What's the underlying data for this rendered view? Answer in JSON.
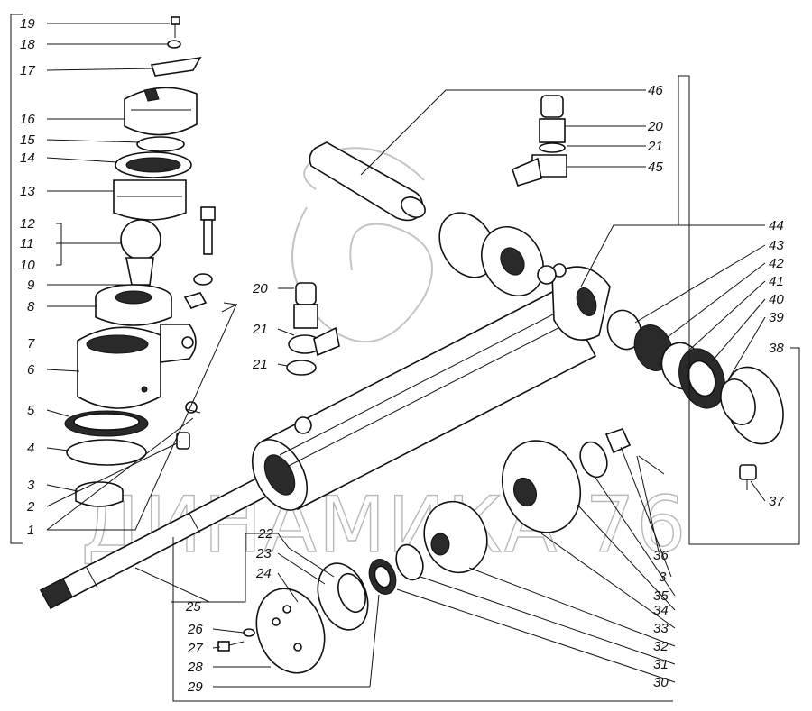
{
  "watermark": "ДИНАМИКА 76",
  "callouts": {
    "c1": "1",
    "c2": "2",
    "c3": "3",
    "c3b": "3",
    "c4": "4",
    "c5": "5",
    "c6": "6",
    "c7": "7",
    "c8": "8",
    "c9": "9",
    "c10": "10",
    "c11": "11",
    "c12": "12",
    "c13": "13",
    "c14": "14",
    "c15": "15",
    "c16": "16",
    "c17": "17",
    "c18": "18",
    "c19": "19",
    "c20a": "20",
    "c20b": "20",
    "c21a": "21",
    "c21b": "21",
    "c21c": "21",
    "c22": "22",
    "c23": "23",
    "c24": "24",
    "c25": "25",
    "c26": "26",
    "c27": "27",
    "c28": "28",
    "c29": "29",
    "c30": "30",
    "c31": "31",
    "c32": "32",
    "c33": "33",
    "c34": "34",
    "c35": "35",
    "c36": "36",
    "c37": "37",
    "c38": "38",
    "c39": "39",
    "c40": "40",
    "c41": "41",
    "c42": "42",
    "c43": "43",
    "c44": "44",
    "c45": "45",
    "c46": "46"
  }
}
